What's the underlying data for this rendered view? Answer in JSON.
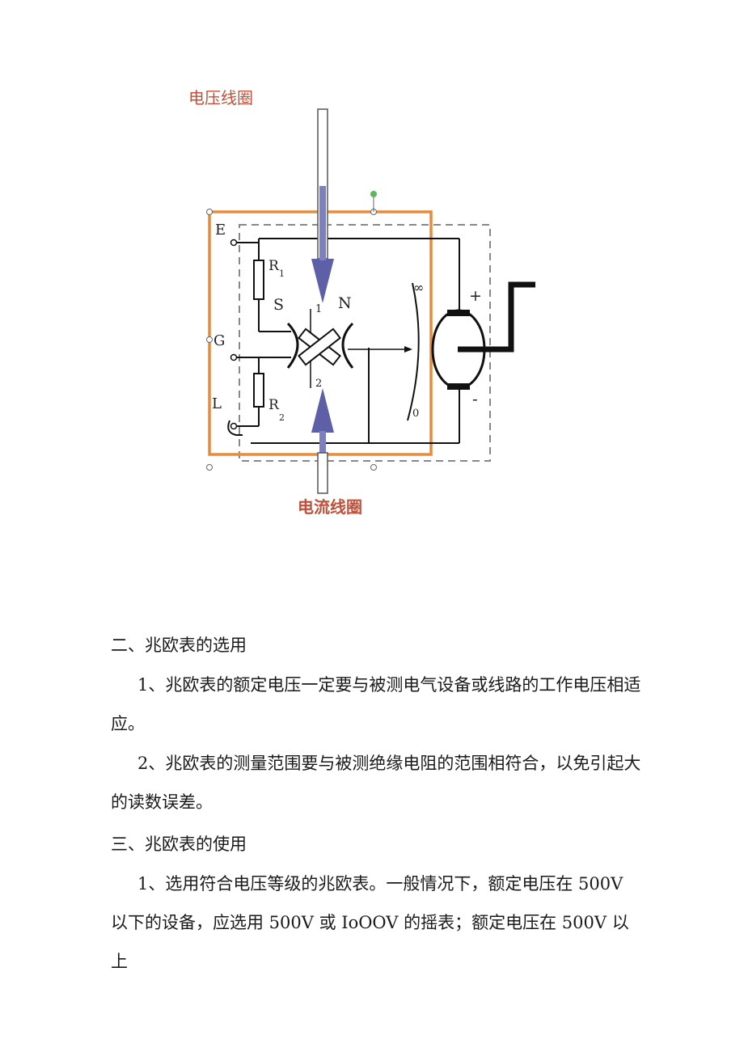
{
  "figure": {
    "voltage_coil_label": "电压线圈",
    "current_coil_label": "电流线圈",
    "terminals": {
      "e": "E",
      "g": "G",
      "l": "L"
    },
    "resistors": {
      "r1": "R",
      "r1_sub": "1",
      "r2": "R",
      "r2_sub": "2"
    },
    "poles": {
      "s": "S",
      "n": "N"
    },
    "coil_numbers": {
      "one": "1",
      "two": "2"
    },
    "scale": {
      "infinity": "∞",
      "zero": "0"
    },
    "generator": {
      "plus": "+",
      "minus": "-"
    }
  },
  "section2": {
    "heading": "二、兆欧表的选用",
    "item1": "1、兆欧表的额定电压一定要与被测电气设备或线路的工作电压相适应。",
    "item2": "2、兆欧表的测量范围要与被测绝缘电阻的范围相符合，以免引起大的读数误差。"
  },
  "section3": {
    "heading": "三、兆欧表的使用",
    "item1": "1、选用符合电压等级的兆欧表。一般情况下，额定电压在 500V 以下的设备，应选用 500V 或 IoOOV 的摇表；额定电压在 500V 以上"
  }
}
